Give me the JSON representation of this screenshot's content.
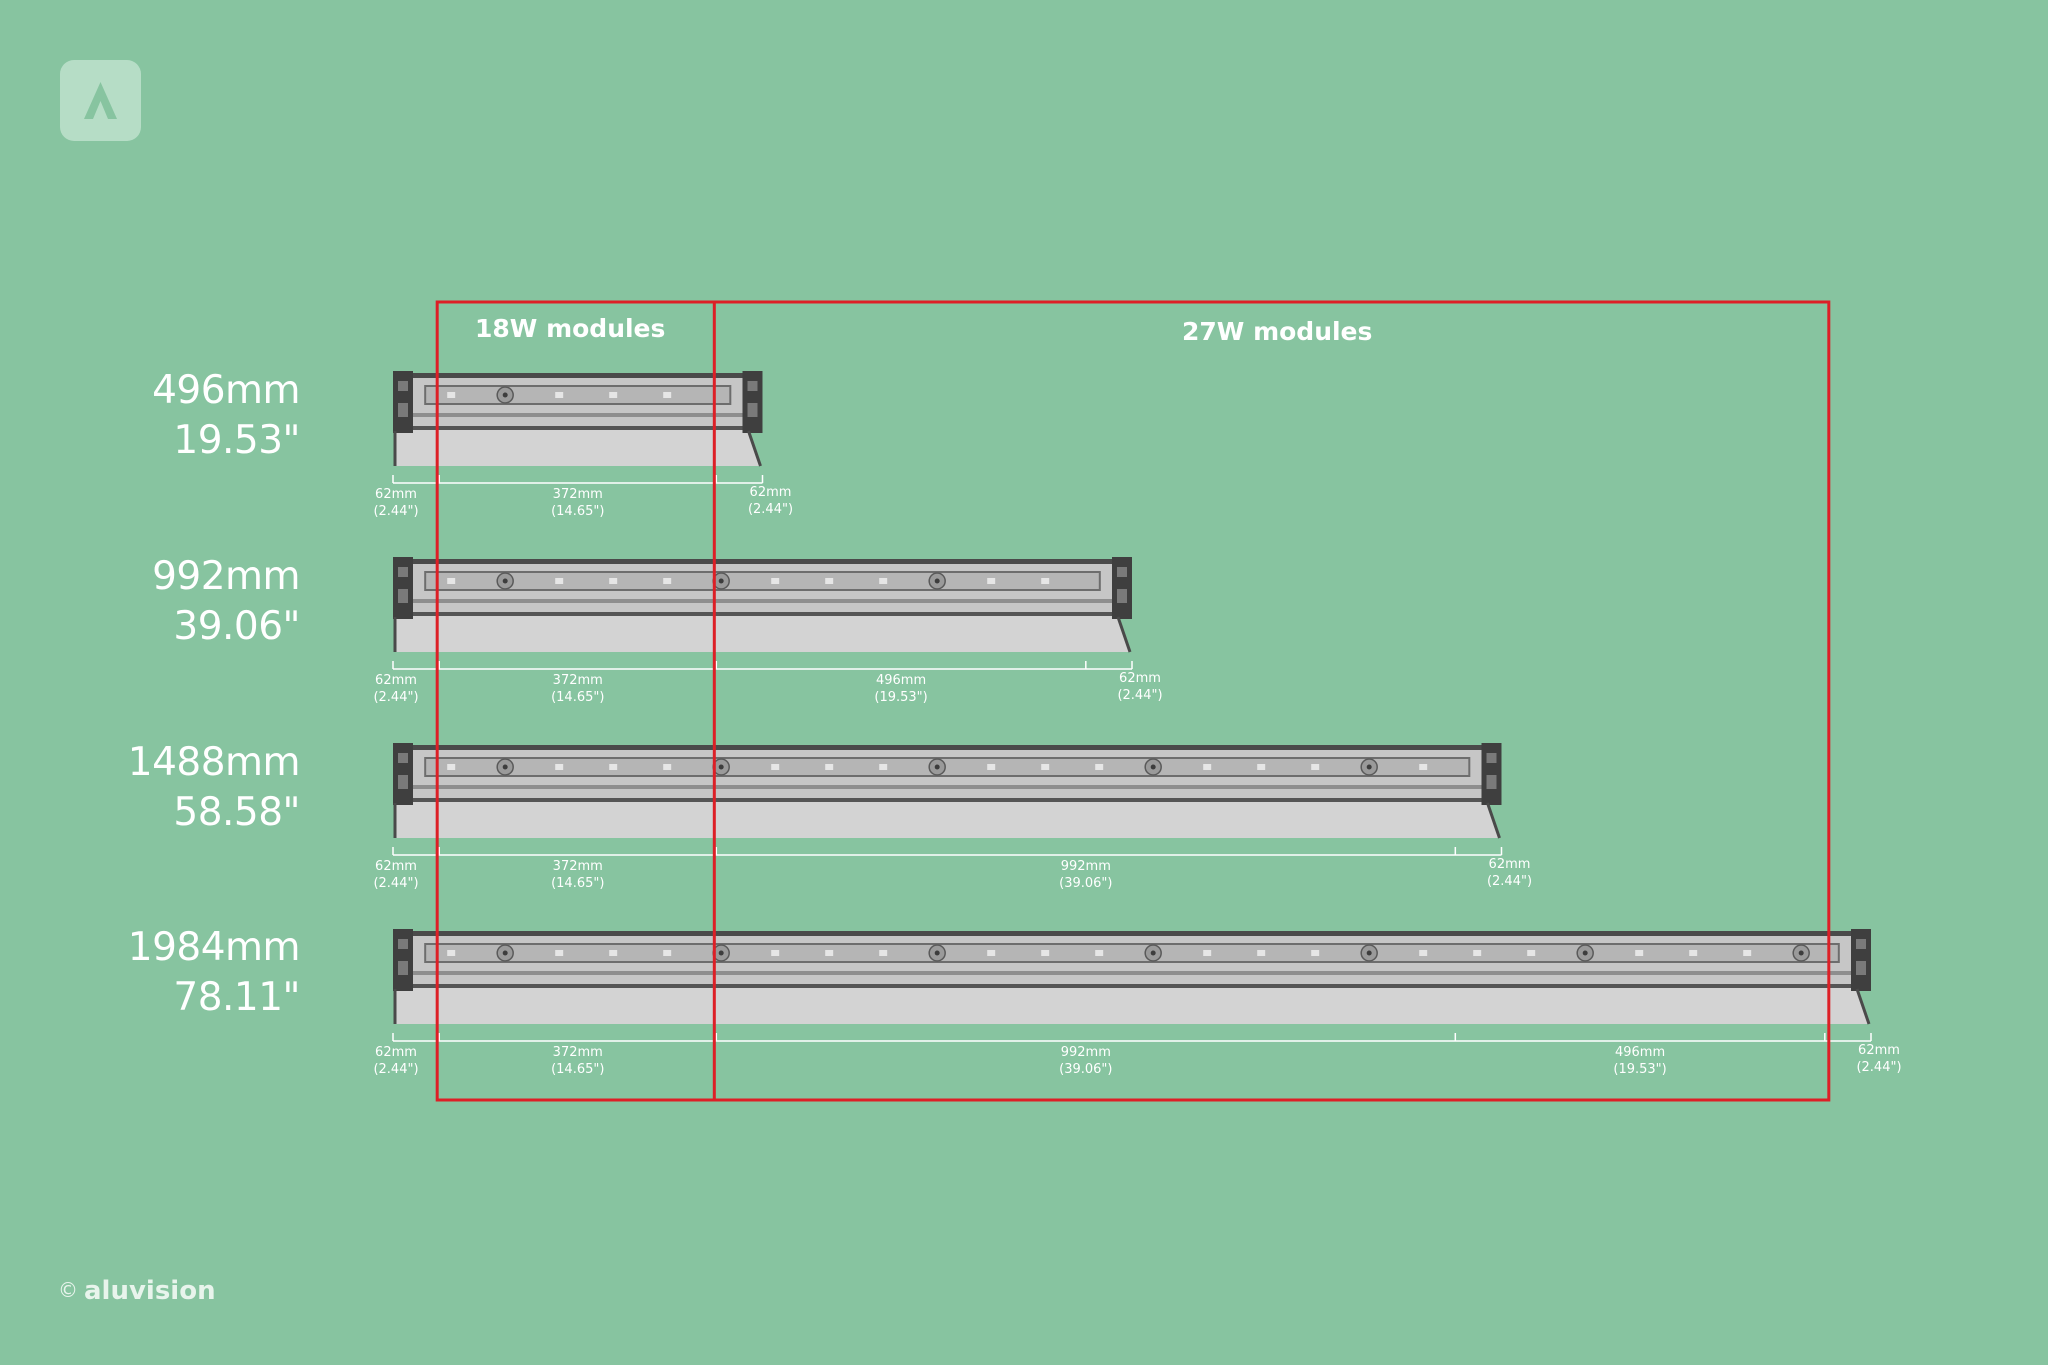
{
  "colors": {
    "background": "#87c4a0",
    "highlight_box": "#dd1f26",
    "fixture_body": "#d2d2d2",
    "fixture_frame": "#3c3c3c",
    "text": "#ffffff"
  },
  "brand": {
    "logo_icon": "aluvision-a-logo-icon",
    "copyright_symbol": "©",
    "copyright_name": "aluvision"
  },
  "groups": [
    {
      "title": "18W modules"
    },
    {
      "title": "27W modules"
    }
  ],
  "fixtures": [
    {
      "mm": "496mm",
      "inch": "19.53\"",
      "total_mm": 496,
      "segments": [
        {
          "mm": "62mm",
          "inch": "(2.44\")",
          "length_mm": 62
        },
        {
          "mm": "372mm",
          "inch": "(14.65\")",
          "length_mm": 372
        },
        {
          "mm": "62mm",
          "inch": "(2.44\")",
          "length_mm": 62
        }
      ]
    },
    {
      "mm": "992mm",
      "inch": "39.06\"",
      "total_mm": 992,
      "segments": [
        {
          "mm": "62mm",
          "inch": "(2.44\")",
          "length_mm": 62
        },
        {
          "mm": "372mm",
          "inch": "(14.65\")",
          "length_mm": 372
        },
        {
          "mm": "496mm",
          "inch": "(19.53\")",
          "length_mm": 496
        },
        {
          "mm": "62mm",
          "inch": "(2.44\")",
          "length_mm": 62
        }
      ]
    },
    {
      "mm": "1488mm",
      "inch": "58.58\"",
      "total_mm": 1488,
      "segments": [
        {
          "mm": "62mm",
          "inch": "(2.44\")",
          "length_mm": 62
        },
        {
          "mm": "372mm",
          "inch": "(14.65\")",
          "length_mm": 372
        },
        {
          "mm": "992mm",
          "inch": "(39.06\")",
          "length_mm": 992
        },
        {
          "mm": "62mm",
          "inch": "(2.44\")",
          "length_mm": 62
        }
      ]
    },
    {
      "mm": "1984mm",
      "inch": "78.11\"",
      "total_mm": 1984,
      "segments": [
        {
          "mm": "62mm",
          "inch": "(2.44\")",
          "length_mm": 62
        },
        {
          "mm": "372mm",
          "inch": "(14.65\")",
          "length_mm": 372
        },
        {
          "mm": "992mm",
          "inch": "(39.06\")",
          "length_mm": 992
        },
        {
          "mm": "496mm",
          "inch": "(19.53\")",
          "length_mm": 496
        },
        {
          "mm": "62mm",
          "inch": "(2.44\")",
          "length_mm": 62
        }
      ]
    }
  ]
}
